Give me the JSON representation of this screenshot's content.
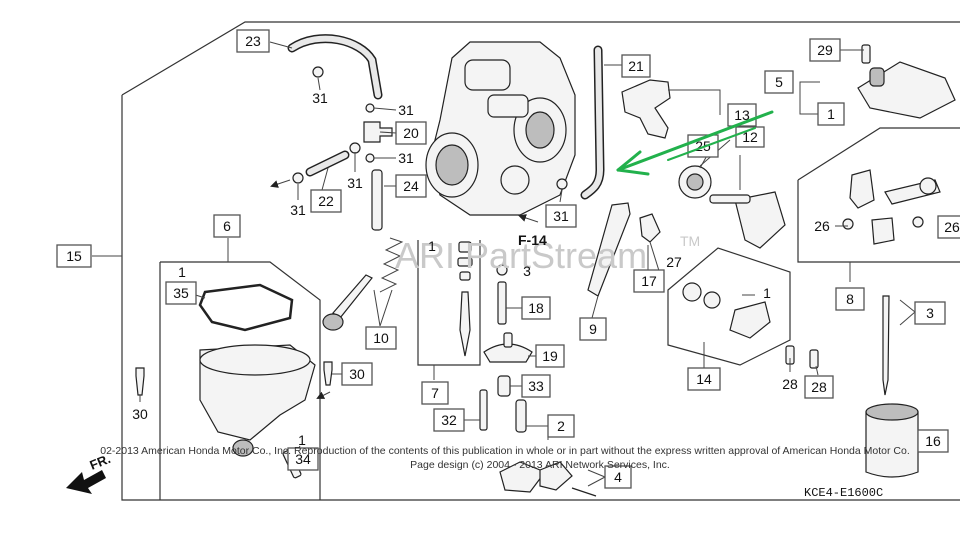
{
  "diagram": {
    "labels": {
      "l1": "1",
      "l2": "2",
      "l3": "3",
      "l4": "4",
      "l5": "5",
      "l6": "6",
      "l7": "7",
      "l8": "8",
      "l9": "9",
      "l10": "10",
      "l12": "12",
      "l13": "13",
      "l14": "14",
      "l15": "15",
      "l16": "16",
      "l17": "17",
      "l18": "18",
      "l19": "19",
      "l20": "20",
      "l21": "21",
      "l22": "22",
      "l23": "23",
      "l24": "24",
      "l25": "25",
      "l26": "26",
      "l27": "27",
      "l28": "28",
      "l29": "29",
      "l30": "30",
      "l31": "31",
      "l32": "32",
      "l33": "33",
      "l34": "34",
      "l35": "35"
    },
    "section_ref": "F-14",
    "front_marker": "FR.",
    "diagram_code": "KCE4-E1600C",
    "watermark": "ARI PartStream",
    "trademark": "TM",
    "copyright_line1": "02-2013 American Honda Motor Co., Inc. Reproduction of the contents of this publication in whole or in part without the express written approval of American Honda Motor Co.",
    "copyright_line2": "Page design (c) 2004 - 2013 ARI Network Services, Inc.",
    "colors": {
      "annotation_arrow": "#22b14c",
      "line": "#333333"
    }
  }
}
